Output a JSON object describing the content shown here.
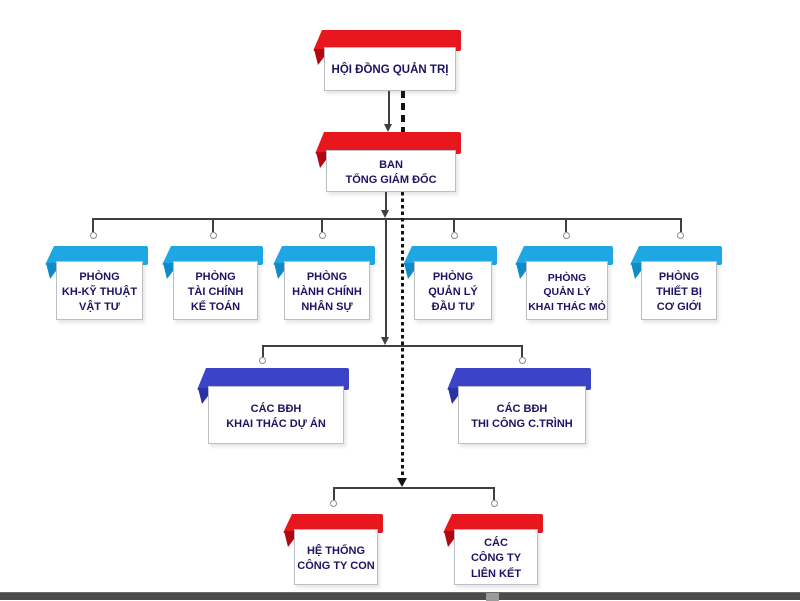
{
  "colors": {
    "red": "#e8161d",
    "red-dark": "#b2070f",
    "cyan": "#1fa7e4",
    "cyan-dark": "#0f8cc7",
    "indigo": "#3b44c8",
    "indigo-dark": "#2a32a6",
    "label": "#1b1464",
    "line": "#3f3f3f",
    "dash": "#131313"
  },
  "org_chart": {
    "board": {
      "lines": [
        "HỘI ĐỒNG QUẢN TRỊ"
      ]
    },
    "executive": {
      "lines": [
        "BAN",
        "TỔNG GIÁM ĐỐC"
      ]
    },
    "departments": [
      {
        "lines": [
          "PHÒNG",
          "KH-KỸ THUẬT",
          "VẬT TƯ"
        ]
      },
      {
        "lines": [
          "PHÒNG",
          "TÀI CHÍNH",
          "KẾ TOÁN"
        ]
      },
      {
        "lines": [
          "PHÒNG",
          "HÀNH CHÍNH",
          "NHÂN SỰ"
        ]
      },
      {
        "lines": [
          "PHÒNG",
          "QUẢN LÝ",
          "ĐẦU TƯ"
        ]
      },
      {
        "lines": [
          "PHÒNG",
          "QUẢN LÝ",
          "KHAI THÁC MỎ"
        ]
      },
      {
        "lines": [
          "PHÒNG",
          "THIẾT BỊ",
          "CƠ GIỚI"
        ]
      }
    ],
    "management_boards": [
      {
        "lines": [
          "CÁC BĐH",
          "KHAI THÁC DỰ ÁN"
        ]
      },
      {
        "lines": [
          "CÁC BĐH",
          "THI CÔNG C.TRÌNH"
        ]
      }
    ],
    "companies": [
      {
        "lines": [
          "HỆ THỐNG",
          "CÔNG TY CON"
        ]
      },
      {
        "lines": [
          "CÁC",
          "CÔNG TY",
          "LIÊN KẾT"
        ]
      }
    ]
  }
}
